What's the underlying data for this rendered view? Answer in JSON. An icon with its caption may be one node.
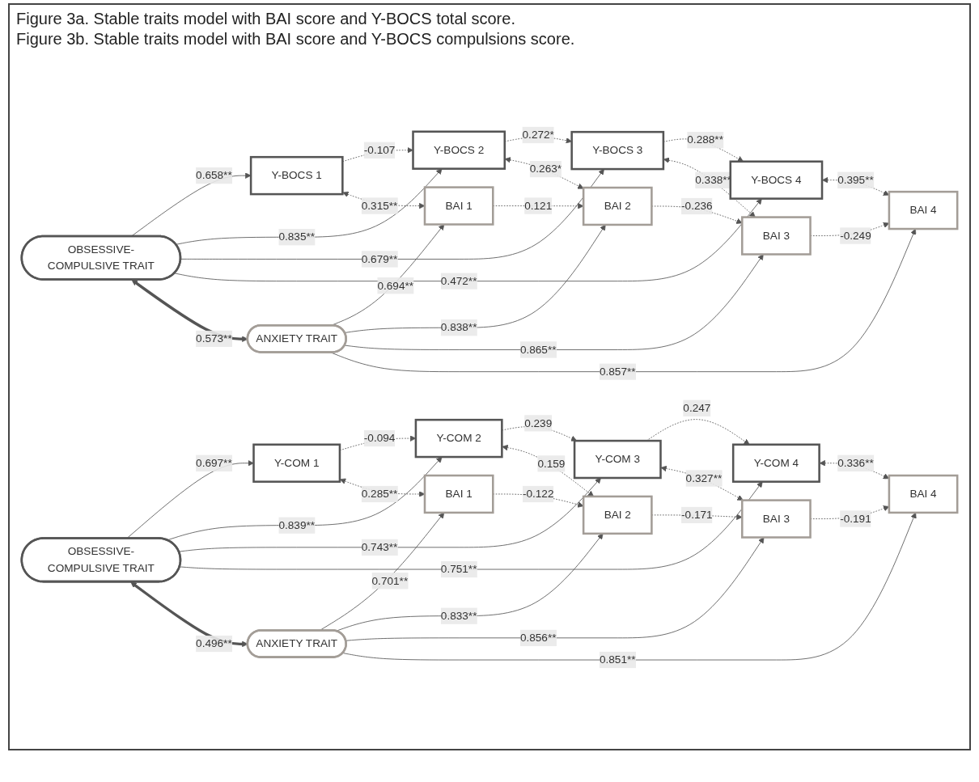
{
  "diagram": {
    "nodes": [
      {
        "text": [
          "Y-BOCS 1"
        ]
      },
      {
        "text": [
          "Y-BOCS 2"
        ]
      },
      {
        "text": [
          "Y-BOCS 3"
        ]
      },
      {
        "text": [
          "Y-BOCS 4"
        ]
      },
      {
        "text": [
          "OBSESSIVE-COMPULSIVE TRAIT"
        ]
      },
      {
        "text": [
          "ANXIETY TRAIT"
        ]
      },
      {
        "text": [
          "BAI 1"
        ]
      },
      {
        "text": [
          "BAI 2"
        ]
      },
      {
        "text": [
          "BAI 3"
        ]
      },
      {
        "text": [
          "BAI 4"
        ]
      },
      {
        "text": [
          "Y-COM 1"
        ]
      },
      {
        "text": [
          "Y-COM 2"
        ]
      },
      {
        "text": [
          "Y-COM 3"
        ]
      },
      {
        "text": [
          "Y-COM 4"
        ]
      },
      {
        "text": [
          "OBSESSIVE-COMPULSIVE TRAIT"
        ]
      },
      {
        "text": [
          "ANXIETY TRAIT"
        ]
      },
      {
        "text": [
          "BAI 1"
        ]
      },
      {
        "text": [
          "BAI 2"
        ]
      },
      {
        "text": [
          "BAI 3"
        ]
      },
      {
        "text": [
          "BAI 4"
        ]
      }
    ],
    "edges": [
      {
        "from": 0,
        "to": 1,
        "arrow": "to",
        "style": "dashed",
        "label": "-0.107"
      },
      {
        "from": 1,
        "to": 2,
        "arrow": "to",
        "style": "dashed",
        "label": "0.272*"
      },
      {
        "from": 2,
        "to": 3,
        "arrow": "to",
        "style": "dashed",
        "label": "0.288**"
      },
      {
        "from": 4,
        "to": 0,
        "arrow": "to",
        "label": "0.658**"
      },
      {
        "from": 4,
        "to": 1,
        "arrow": "to",
        "label": "0.835**"
      },
      {
        "from": 4,
        "to": 2,
        "arrow": "to",
        "label": "0.679**"
      },
      {
        "from": 4,
        "to": 3,
        "arrow": "to",
        "label": "0.472**"
      },
      {
        "from": 4,
        "to": 5,
        "arrow": "both",
        "style": "thick",
        "label": "0.573**"
      },
      {
        "from": 0,
        "to": 6,
        "arrow": "both",
        "style": "dashed",
        "label": "0.315**"
      },
      {
        "from": 1,
        "to": 7,
        "arrow": "both",
        "style": "dashed",
        "label": "0.263*"
      },
      {
        "from": 2,
        "to": 8,
        "arrow": "both",
        "style": "dashed",
        "label": "0.338**"
      },
      {
        "from": 3,
        "to": 9,
        "arrow": "both",
        "style": "dashed",
        "label": "0.395**"
      },
      {
        "from": 5,
        "to": 6,
        "arrow": "to",
        "label": "0.694**"
      },
      {
        "from": 5,
        "to": 7,
        "arrow": "to",
        "label": "0.838**"
      },
      {
        "from": 5,
        "to": 8,
        "arrow": "to",
        "label": "0.865**"
      },
      {
        "from": 5,
        "to": 9,
        "arrow": "to",
        "label": "0.857**"
      },
      {
        "from": 6,
        "to": 7,
        "arrow": "to",
        "style": "dashed",
        "label": "0.121"
      },
      {
        "from": 7,
        "to": 8,
        "arrow": "to",
        "style": "dashed",
        "label": "-0.236"
      },
      {
        "from": 8,
        "to": 9,
        "arrow": "to",
        "style": "dashed",
        "label": "-0.249"
      },
      {
        "from": 10,
        "to": 11,
        "arrow": "to",
        "style": "dashed",
        "label": "-0.094"
      },
      {
        "from": 11,
        "to": 12,
        "arrow": "to",
        "style": "dashed",
        "label": "0.239"
      },
      {
        "from": 12,
        "to": 13,
        "arrow": "to",
        "style": "dashed",
        "label": "0.247"
      },
      {
        "from": 14,
        "to": 10,
        "arrow": "to",
        "label": "0.697**"
      },
      {
        "from": 14,
        "to": 11,
        "arrow": "to",
        "label": "0.839**"
      },
      {
        "from": 14,
        "to": 12,
        "arrow": "to",
        "label": "0.743**"
      },
      {
        "from": 14,
        "to": 13,
        "arrow": "to",
        "label": "0.751**"
      },
      {
        "from": 14,
        "to": 15,
        "arrow": "both",
        "style": "thick",
        "label": "0.496**"
      },
      {
        "from": 10,
        "to": 16,
        "arrow": "both",
        "style": "dashed",
        "label": "0.285**"
      },
      {
        "from": 11,
        "to": 17,
        "arrow": "both",
        "style": "dashed",
        "label": "0.159"
      },
      {
        "from": 12,
        "to": 18,
        "arrow": "both",
        "style": "dashed",
        "label": "0.327**"
      },
      {
        "from": 13,
        "to": 19,
        "arrow": "both",
        "style": "dashed",
        "label": "0.336**"
      },
      {
        "from": 15,
        "to": 16,
        "arrow": "to",
        "label": "0.701**"
      },
      {
        "from": 15,
        "to": 17,
        "arrow": "to",
        "label": "0.833**"
      },
      {
        "from": 15,
        "to": 18,
        "arrow": "to",
        "label": "0.856**"
      },
      {
        "from": 15,
        "to": 19,
        "arrow": "to",
        "label": "0.851**"
      },
      {
        "from": 16,
        "to": 17,
        "arrow": "to",
        "style": "dashed",
        "label": "-0.122"
      },
      {
        "from": 17,
        "to": 18,
        "arrow": "to",
        "style": "dashed",
        "label": "-0.171"
      },
      {
        "from": 18,
        "to": 19,
        "arrow": "to",
        "style": "dashed",
        "label": "-0.191"
      }
    ],
    "labels": [
      "Figure 3a. Stable traits model with BAI score and Y-BOCS total score.",
      "Figure 3b. Stable traits model with BAI score and Y-BOCS compulsions score."
    ]
  }
}
